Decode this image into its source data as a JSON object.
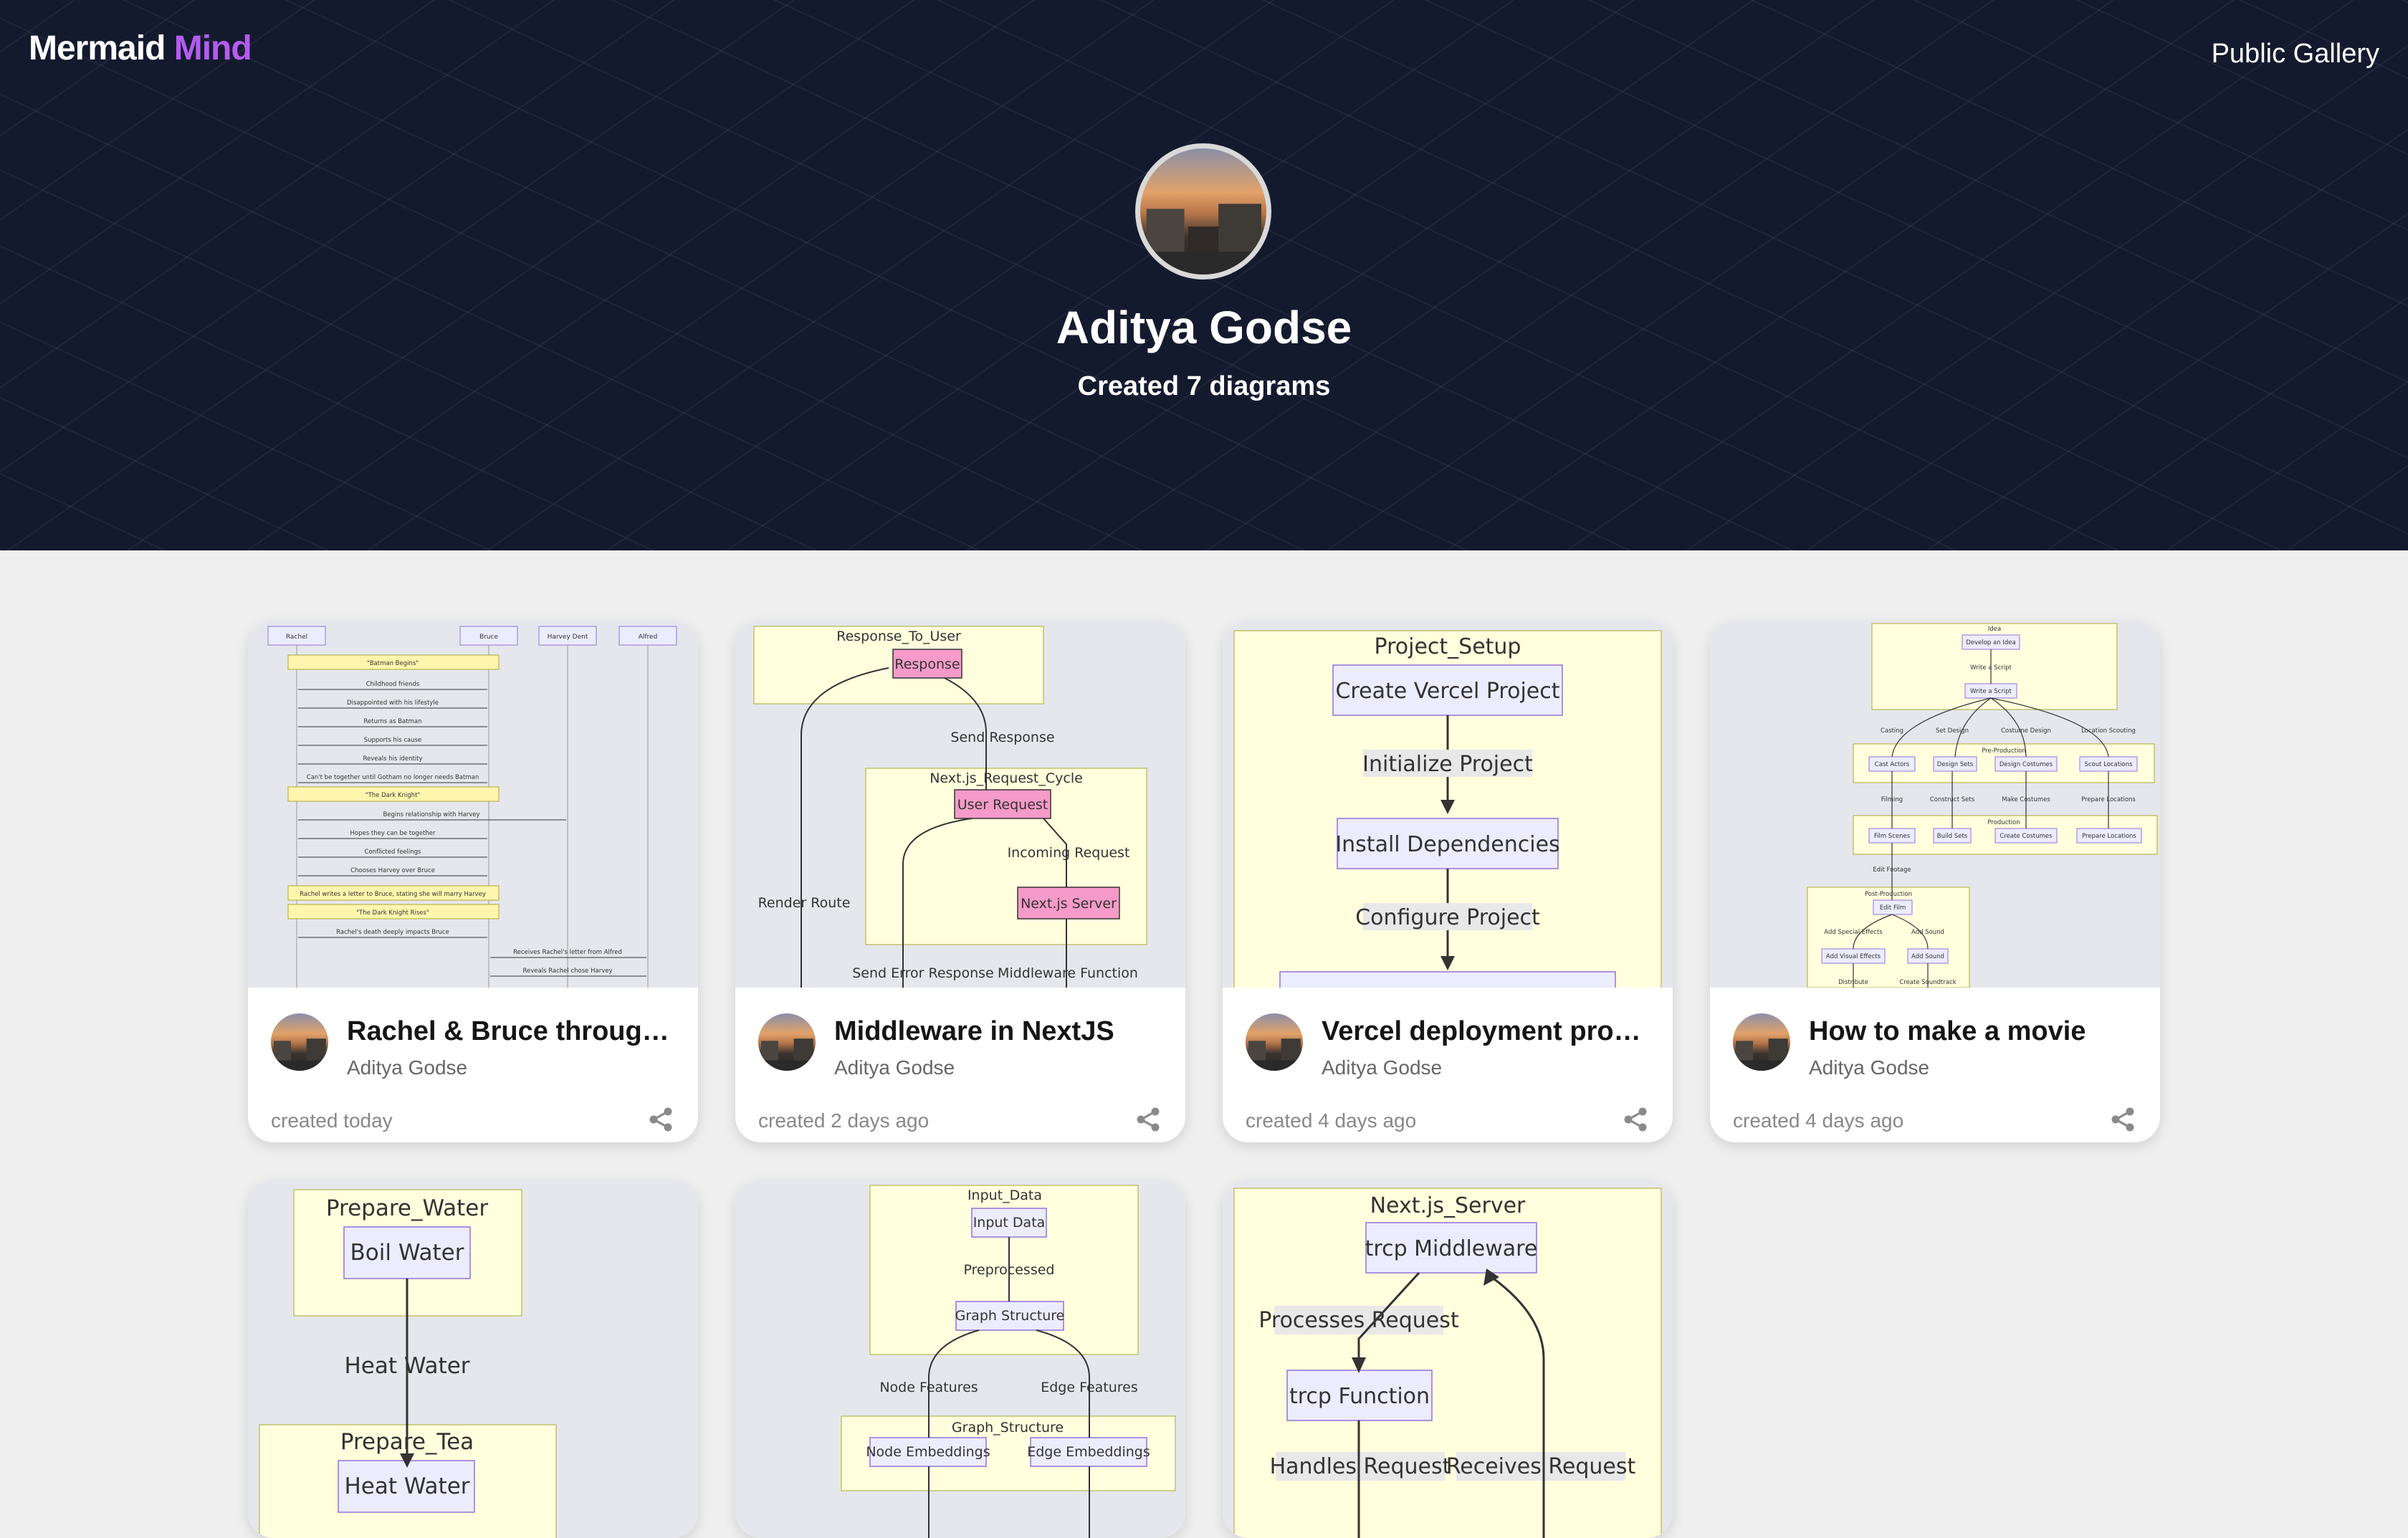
{
  "header": {
    "logo_main": "Mermaid",
    "logo_accent": "Mind",
    "nav_link": "Public Gallery"
  },
  "profile": {
    "name": "Aditya Godse",
    "count_text": "Created 7 diagrams"
  },
  "cards": [
    {
      "title": "Rachel & Bruce througho...",
      "author": "Aditya Godse",
      "date": "created today",
      "diagram": {
        "participants": [
          "Rachel",
          "Bruce",
          "Harvey Dent",
          "Alfred"
        ],
        "messages": [
          "\"Batman Begins\"",
          "Childhood friends",
          "Disappointed with his lifestyle",
          "Returns as Batman",
          "Supports his cause",
          "Reveals his identity",
          "Can't be together until Gotham no longer needs Batman",
          "\"The Dark Knight\"",
          "Begins relationship with Harvey",
          "Hopes they can be together",
          "Conflicted feelings",
          "Chooses Harvey over Bruce",
          "Rachel writes a letter to Bruce, stating she will marry Harvey",
          "\"The Dark Knight Rises\"",
          "Rachel's death deeply impacts Bruce",
          "Receives Rachel's letter from Alfred",
          "Reveals Rachel chose Harvey"
        ]
      }
    },
    {
      "title": "Middleware in NextJS",
      "author": "Aditya Godse",
      "date": "created 2 days ago",
      "diagram": {
        "group1": "Response_To_User",
        "node_response": "Response",
        "edge_send_response": "Send Response",
        "group2": "Next.js_Request_Cycle",
        "node_user_request": "User Request",
        "edge_incoming": "Incoming Request",
        "node_server": "Next.js Server",
        "edge_render": "Render Route",
        "edge_error": "Send Error Response",
        "edge_middleware": "Middleware Function"
      }
    },
    {
      "title": "Vercel deployment process",
      "author": "Aditya Godse",
      "date": "created 4 days ago",
      "diagram": {
        "group": "Project_Setup",
        "node1": "Create Vercel Project",
        "edge1": "Initialize Project",
        "node2": "Install Dependencies",
        "edge2": "Configure Project"
      }
    },
    {
      "title": "How to make a movie",
      "author": "Aditya Godse",
      "date": "created 4 days ago",
      "diagram": {
        "group_idea": "Idea",
        "node_develop": "Develop an Idea",
        "edge_write": "Write a Script",
        "node_write": "Write a Script",
        "edges_top": [
          "Casting",
          "Set Design",
          "Costume Design",
          "Location Scouting"
        ],
        "group_pre": "Pre-Production",
        "nodes_pre": [
          "Cast Actors",
          "Design Sets",
          "Design Costumes",
          "Scout Locations"
        ],
        "edges_mid": [
          "Filming",
          "Construct Sets",
          "Make Costumes",
          "Prepare Locations"
        ],
        "group_prod": "Production",
        "nodes_prod": [
          "Film Scenes",
          "Build Sets",
          "Create Costumes",
          "Prepare Locations"
        ],
        "edge_edit": "Edit Footage",
        "group_post": "Post-Production",
        "node_edit": "Edit Film",
        "edges_post": [
          "Add Special Effects",
          "Add Sound"
        ],
        "nodes_post": [
          "Add Visual Effects",
          "Add Sound"
        ],
        "edges_bottom": [
          "Distribute",
          "Create Soundtrack"
        ]
      }
    },
    {
      "title": "",
      "diagram": {
        "group1": "Prepare_Water",
        "node1": "Boil Water",
        "edge1": "Heat Water",
        "group2": "Prepare_Tea",
        "node2": "Heat Water"
      }
    },
    {
      "title": "",
      "diagram": {
        "group1": "Input_Data",
        "node1": "Input Data",
        "edge1": "Preprocessed",
        "node2": "Graph Structure",
        "edge_node": "Node Features",
        "edge_edge": "Edge Features",
        "group2": "Graph_Structure",
        "node3": "Node Embeddings",
        "node4": "Edge Embeddings"
      }
    },
    {
      "title": "",
      "diagram": {
        "group": "Next.js_Server",
        "node1": "trcp Middleware",
        "edge1": "Processes Request",
        "node2": "trcp Function",
        "edge2": "Handles Request",
        "edge3": "Receives Request"
      }
    }
  ],
  "colors": {
    "hero_bg": "#141a2e",
    "logo_accent": "#b45cf0",
    "cluster_fill": "#ffffde",
    "node_fill": "#ececff",
    "node_stroke": "#9370db",
    "pink_node": "#f59ac9"
  }
}
